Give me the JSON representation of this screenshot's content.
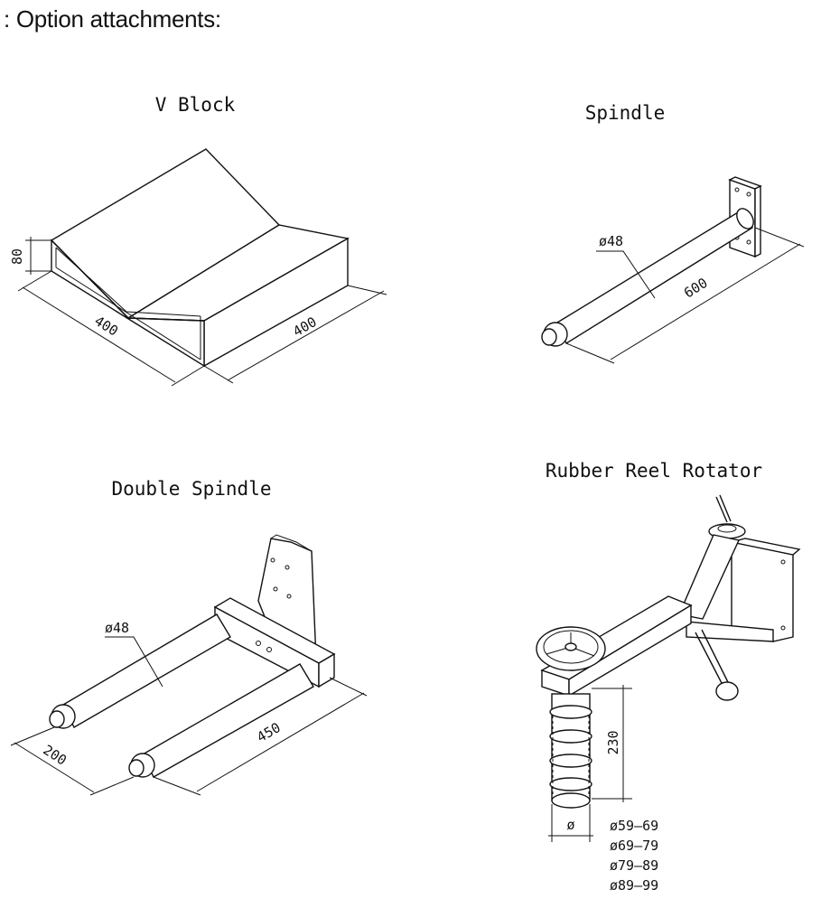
{
  "heading": ": Option attachments:",
  "parts": {
    "v_block": {
      "title": "V Block",
      "dims": {
        "height": "80",
        "length": "400",
        "width": "400"
      }
    },
    "spindle": {
      "title": "Spindle",
      "dims": {
        "diameter": "ø48",
        "length": "600"
      }
    },
    "double_spindle": {
      "title": "Double Spindle",
      "dims": {
        "diameter": "ø48",
        "spacing": "200",
        "length": "450"
      }
    },
    "rubber_reel_rotator": {
      "title": "Rubber Reel Rotator",
      "dims": {
        "height": "230",
        "diameter_symbol": "ø"
      },
      "diameter_options": [
        "ø59–69",
        "ø69–79",
        "ø79–89",
        "ø89–99"
      ]
    }
  }
}
